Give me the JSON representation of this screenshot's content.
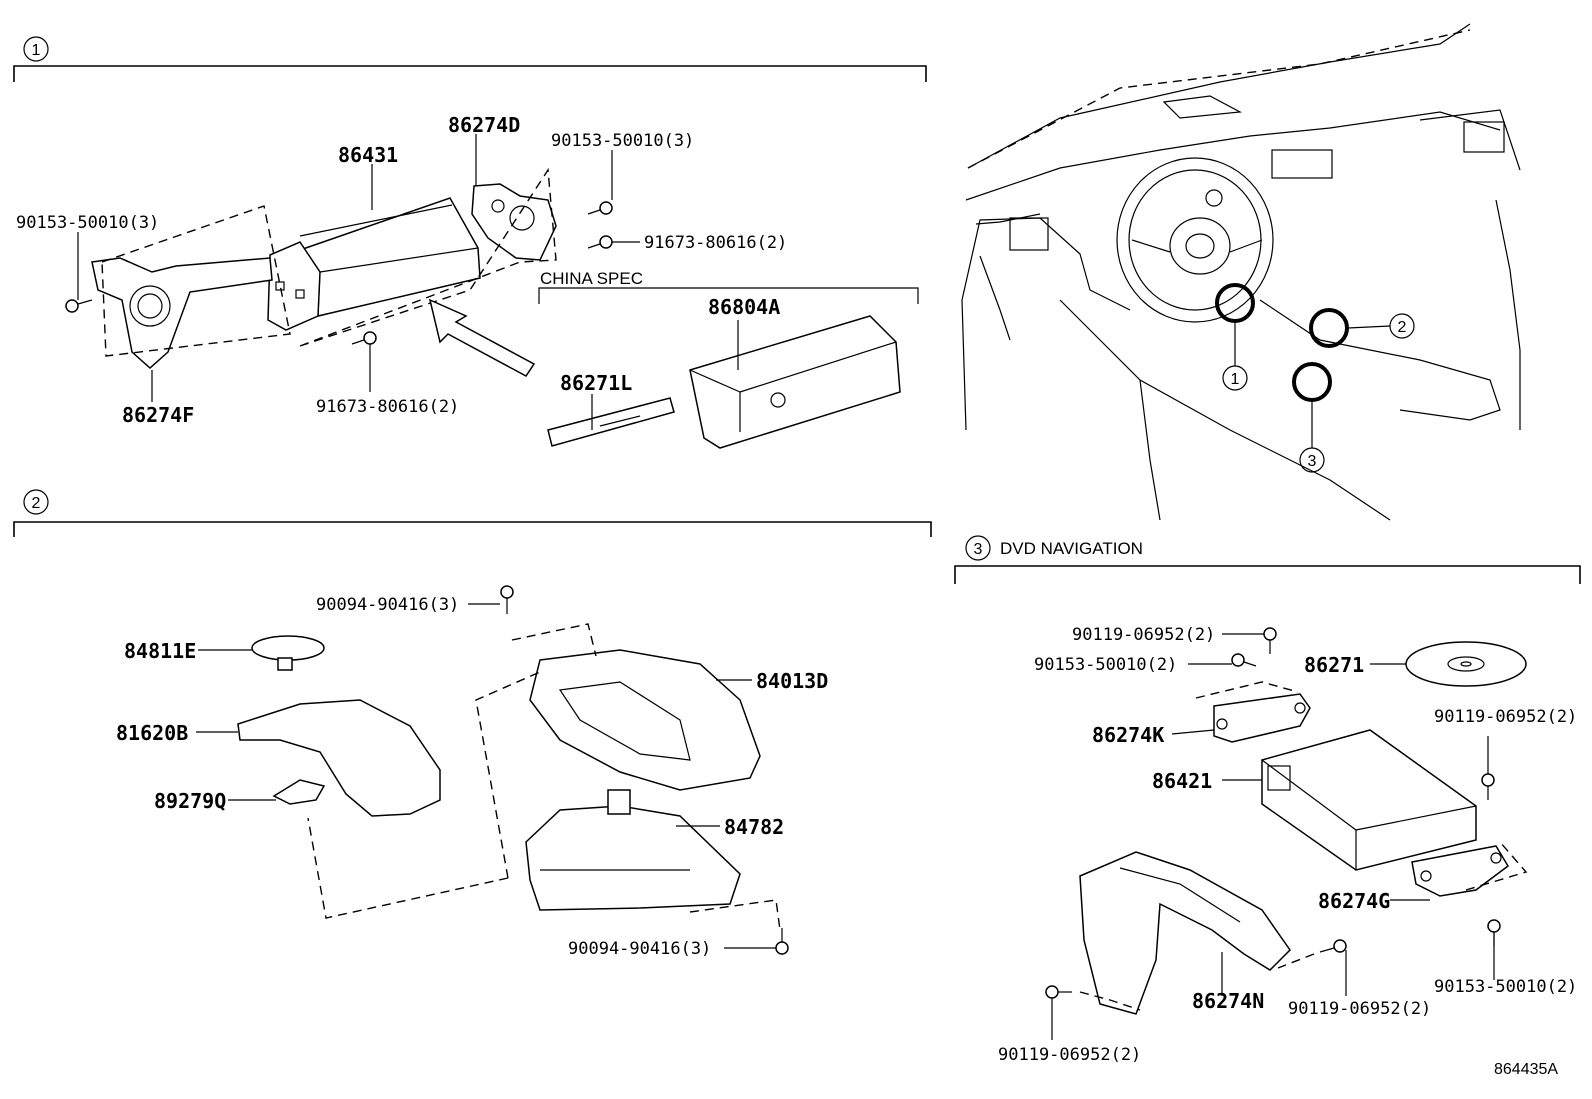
{
  "sections": {
    "s1": {
      "num": "1",
      "note": "CHINA SPEC"
    },
    "s2": {
      "num": "2"
    },
    "s3": {
      "num": "3",
      "title": "DVD NAVIGATION"
    }
  },
  "callouts": {
    "c1": "1",
    "c2": "2",
    "c3": "3"
  },
  "parts": {
    "p_86431": "86431",
    "p_86274D": "86274D",
    "p_90153_50010_3_a": "90153-50010(3)",
    "p_90153_50010_3_b": "90153-50010(3)",
    "p_91673_80616_2_a": "91673-80616(2)",
    "p_91673_80616_2_b": "91673-80616(2)",
    "p_86274F": "86274F",
    "p_86804A": "86804A",
    "p_86271L": "86271L",
    "p_90094_90416_3_a": "90094-90416(3)",
    "p_90094_90416_3_b": "90094-90416(3)",
    "p_84811E": "84811E",
    "p_84013D": "84013D",
    "p_81620B": "81620B",
    "p_89279Q": "89279Q",
    "p_84782": "84782",
    "p_90119_06952_2_a": "90119-06952(2)",
    "p_90153_50010_2_a": "90153-50010(2)",
    "p_86271": "86271",
    "p_90119_06952_2_b": "90119-06952(2)",
    "p_86274K": "86274K",
    "p_86421": "86421",
    "p_86274G": "86274G",
    "p_90119_06952_2_c": "90119-06952(2)",
    "p_90153_50010_2_b": "90153-50010(2)",
    "p_86274N": "86274N",
    "p_90119_06952_2_d": "90119-06952(2)"
  },
  "figure_code": "864435A"
}
